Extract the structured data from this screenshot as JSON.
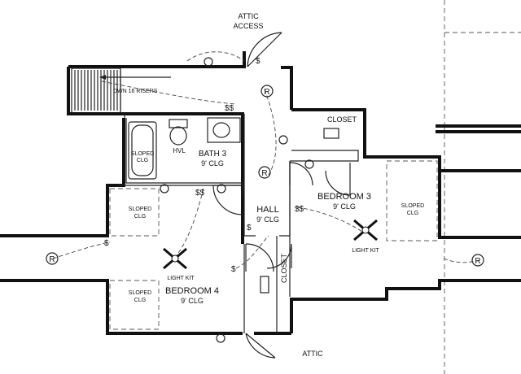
{
  "rooms": {
    "attic_access": [
      "ATTIC",
      "ACCESS"
    ],
    "down_stairs": "DWN 16 RISERS",
    "bath3": {
      "name": "BATH 3",
      "ceiling": "9' CLG"
    },
    "closet_top": "CLOSET",
    "bedroom3": {
      "name": "BEDROOM 3",
      "ceiling": "9' CLG"
    },
    "hall": {
      "name": "HALL",
      "ceiling": "9' CLG"
    },
    "bedroom4": {
      "name": "BEDROOM 4",
      "ceiling": "9' CLG"
    },
    "closet_side": "CLOSET",
    "attic_bottom": "ATTIC",
    "hvl": "HVL"
  },
  "sloped": {
    "line1": "SLOPED",
    "line2": "CLG"
  },
  "fixtures": {
    "light_kit": "LIGHT KIT",
    "receptacle": "R",
    "switch": "$",
    "double_switch": "$$"
  }
}
